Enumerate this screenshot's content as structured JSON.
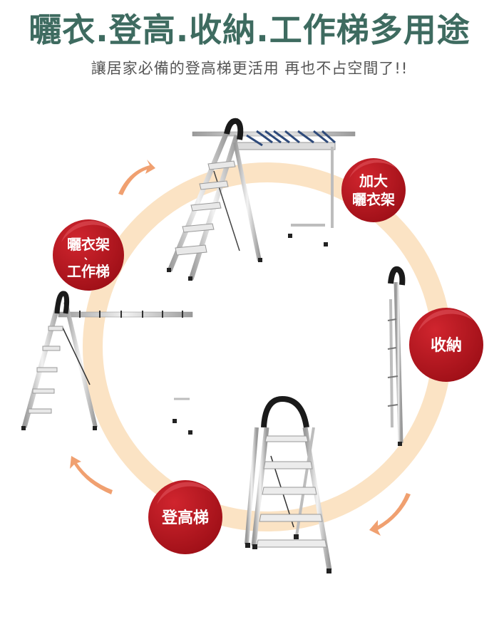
{
  "headline": "曬衣.登高.收納.工作梯多用途",
  "subline": "讓居家必備的登高梯更活用 再也不占空間了!!",
  "badges": {
    "large_rack": {
      "line1": "加大",
      "line2": "曬衣架"
    },
    "rack_workladder": {
      "line1": "曬衣架",
      "line2": "、",
      "line3": "工作梯"
    },
    "storage": {
      "line1": "收納"
    },
    "step_ladder": {
      "line1": "登高梯"
    }
  },
  "colors": {
    "headline": "#3e6b60",
    "badge": "#b5121b",
    "ring": "#fbe3c4",
    "arrow": "#f0a070"
  },
  "icons": [
    "clothes-rack-ladder-image",
    "rack-ladder-image",
    "folded-ladder-image",
    "step-ladder-image",
    "cycle-arrow-icon"
  ]
}
